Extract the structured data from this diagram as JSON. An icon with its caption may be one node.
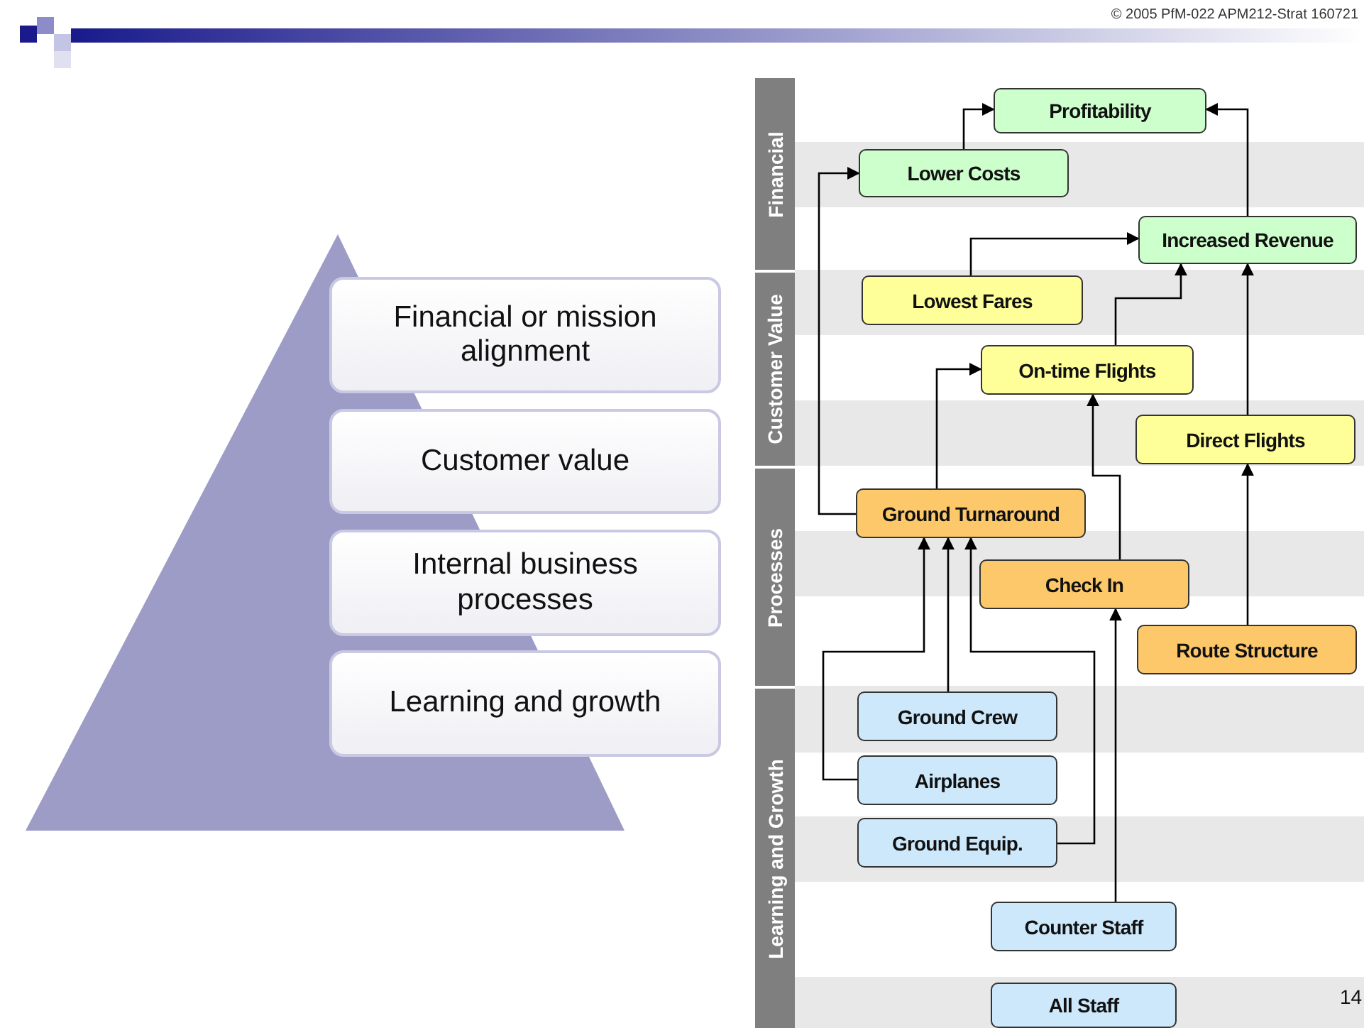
{
  "diagram": {
    "nodes": [
      {
        "text": [
          "Financial or mission alignment"
        ]
      },
      {
        "text": [
          "Customer value"
        ]
      },
      {
        "text": [
          "Internal business processes"
        ]
      },
      {
        "text": [
          "Learning and growth"
        ]
      },
      {
        "text": [
          "Financial"
        ]
      },
      {
        "text": [
          "Customer Value"
        ]
      },
      {
        "text": [
          "Processes"
        ]
      },
      {
        "text": [
          "Learning and Growth"
        ]
      },
      {
        "text": [
          "Profitability"
        ]
      },
      {
        "text": [
          "Lower Costs"
        ]
      },
      {
        "text": [
          "Increased Revenue"
        ]
      },
      {
        "text": [
          "Lowest Fares"
        ]
      },
      {
        "text": [
          "On-time Flights"
        ]
      },
      {
        "text": [
          "Direct Flights"
        ]
      },
      {
        "text": [
          "Ground Turnaround"
        ]
      },
      {
        "text": [
          "Check In"
        ]
      },
      {
        "text": [
          "Route Structure"
        ]
      },
      {
        "text": [
          "Ground Crew"
        ]
      },
      {
        "text": [
          "Airplanes"
        ]
      },
      {
        "text": [
          "Ground Equip."
        ]
      },
      {
        "text": [
          "Counter Staff"
        ]
      },
      {
        "text": [
          "All Staff"
        ]
      }
    ],
    "edges": [
      {
        "from": 9,
        "to": 8,
        "arrow": "to"
      },
      {
        "from": 10,
        "to": 8,
        "arrow": "to"
      },
      {
        "from": 14,
        "to": 9,
        "arrow": "to"
      },
      {
        "from": 11,
        "to": 10,
        "arrow": "to"
      },
      {
        "from": 12,
        "to": 10,
        "arrow": "to"
      },
      {
        "from": 13,
        "to": 10,
        "arrow": "to"
      },
      {
        "from": 14,
        "to": 12,
        "arrow": "to"
      },
      {
        "from": 15,
        "to": 12,
        "arrow": "to"
      },
      {
        "from": 16,
        "to": 13,
        "arrow": "to"
      },
      {
        "from": 18,
        "to": 14,
        "arrow": "to"
      },
      {
        "from": 17,
        "to": 14,
        "arrow": "to"
      },
      {
        "from": 19,
        "to": 14,
        "arrow": "to"
      },
      {
        "from": 20,
        "to": 15,
        "arrow": "to"
      }
    ],
    "labels": [
      "© 2005 PfM-022 APM212-Strat 160721",
      "14"
    ]
  }
}
